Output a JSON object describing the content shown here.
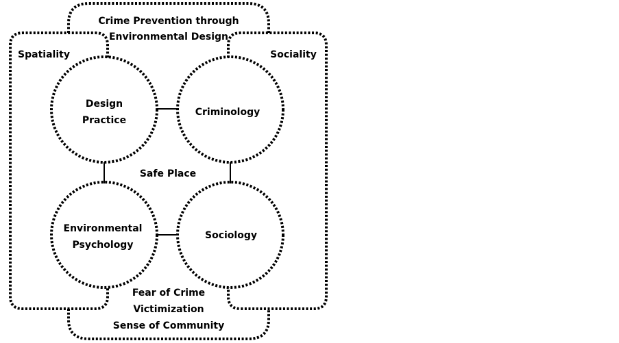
{
  "diagram": {
    "top_frame": {
      "line1": "Crime Prevention through",
      "line2": "Environmental Design"
    },
    "left_frame": {
      "label": "Spatiality"
    },
    "right_frame": {
      "label": "Sociality"
    },
    "center": {
      "label": "Safe Place"
    },
    "circles": {
      "design_practice": {
        "line1": "Design",
        "line2": "Practice"
      },
      "criminology": {
        "label": "Criminology"
      },
      "environmental_psychology": {
        "line1": "Environmental",
        "line2": "Psychology"
      },
      "sociology": {
        "label": "Sociology"
      }
    },
    "bottom_frame": {
      "line1": "Fear of Crime",
      "line2": "Victimization",
      "line3": "Sense of Community"
    },
    "colors": {
      "stroke": "#000000",
      "background": "#ffffff"
    }
  }
}
